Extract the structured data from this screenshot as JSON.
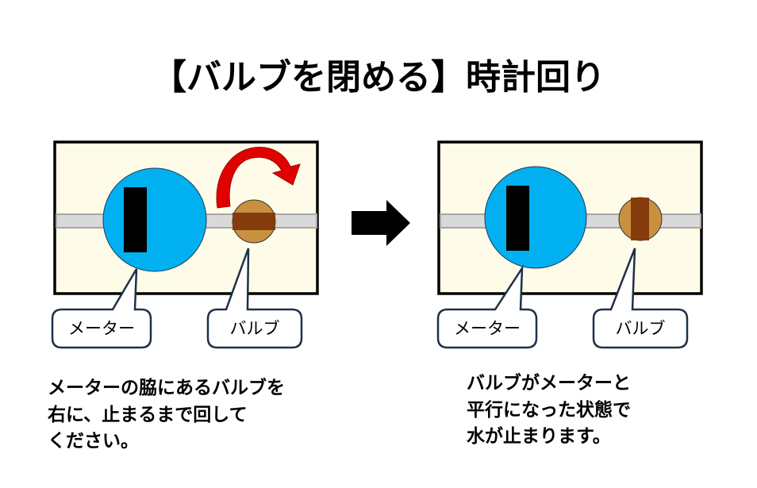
{
  "title": "【バルブを閉める】時計回り",
  "left_panel": {
    "meter_label": "メーター",
    "valve_label": "バルブ",
    "caption": [
      "メーターの脇にあるバルブを",
      "右に、止まるまで回して",
      "ください。"
    ]
  },
  "right_panel": {
    "meter_label": "メーター",
    "valve_label": "バルブ",
    "caption": [
      "バルブがメーターと",
      "平行になった状態で",
      "水が止まります。"
    ]
  },
  "colors": {
    "panel_bg": "#fffbe9",
    "meter": "#00b0f0",
    "valve": "#c8903f",
    "valve_handle": "#843c0c",
    "pipe": "#d9d9d9",
    "rotate_arrow": "#e00000"
  }
}
